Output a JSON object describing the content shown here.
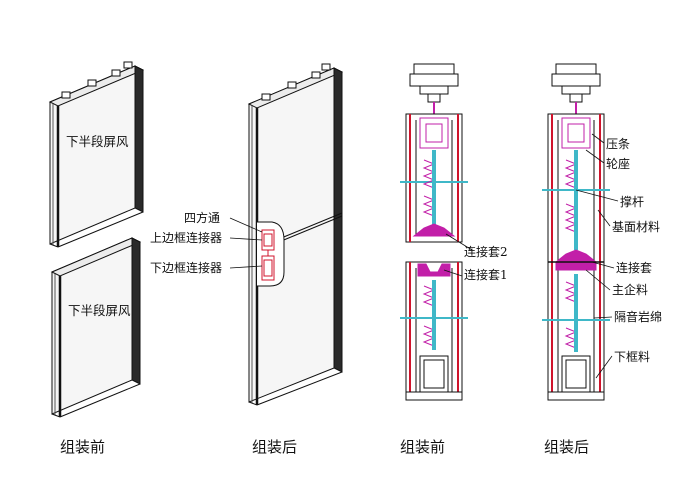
{
  "captions": {
    "c1": "组装前",
    "c2": "组装后",
    "c3": "组装前",
    "c4": "组装后"
  },
  "panel_labels": {
    "upper": "下半段屏风",
    "lower": "下半段屏风"
  },
  "fig2_labels": {
    "four_way": "四方通",
    "upper_conn": "上边框连接器",
    "lower_conn": "下边框连接器"
  },
  "fig3_labels": {
    "sleeve2": "连接套2",
    "sleeve1": "连接套1"
  },
  "fig4_labels": {
    "bead": "压条",
    "wheel_seat": "轮座",
    "strut": "撑杆",
    "base_material": "基面材料",
    "sleeve": "连接套",
    "main_profile": "主企料",
    "insulation": "隔音岩绵",
    "bottom_frame": "下框料"
  },
  "colors": {
    "line": "#111111",
    "red": "#d0142c",
    "magenta": "#c21fa8",
    "cyan": "#3fb8c8",
    "panel_face": "#f7f7f7"
  }
}
